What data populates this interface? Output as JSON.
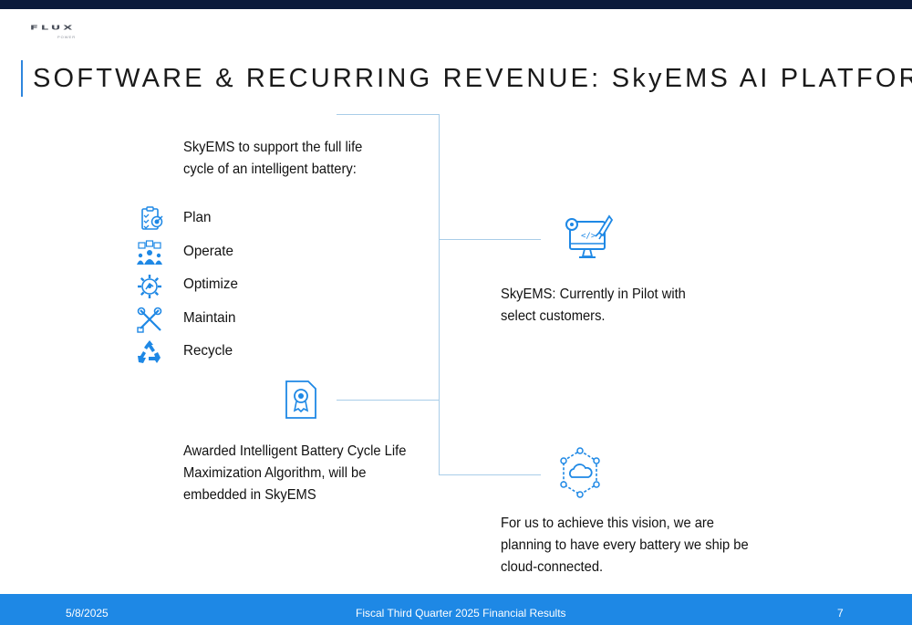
{
  "header": {
    "logo_text": "FLUX",
    "logo_subtext": "POWER",
    "title": "SOFTWARE & RECURRING REVENUE: SkyEMS AI PLATFORM"
  },
  "left": {
    "intro": "SkyEMS to support the full life cycle of an intelligent battery:",
    "items": [
      {
        "label": "Plan",
        "icon": "plan-checklist-target-icon"
      },
      {
        "label": "Operate",
        "icon": "operate-team-icon"
      },
      {
        "label": "Optimize",
        "icon": "optimize-gear-icon"
      },
      {
        "label": "Maintain",
        "icon": "maintain-tools-icon"
      },
      {
        "label": "Recycle",
        "icon": "recycle-icon"
      }
    ],
    "award_text": "Awarded Intelligent Battery Cycle Life Maximization Algorithm, will be embedded in SkyEMS"
  },
  "right": {
    "pilot_text": "SkyEMS: Currently in Pilot with select customers.",
    "cloud_text": "For us to achieve this vision, we are planning to have every battery we ship be cloud-connected."
  },
  "footer": {
    "date": "5/8/2025",
    "center": "Fiscal Third Quarter 2025 Financial  Results",
    "page": "7"
  },
  "colors": {
    "accent": "#2e86de",
    "footer_bg": "#1e88e5",
    "top_bar": "#0b1a3a",
    "connector": "#a9cde8"
  }
}
